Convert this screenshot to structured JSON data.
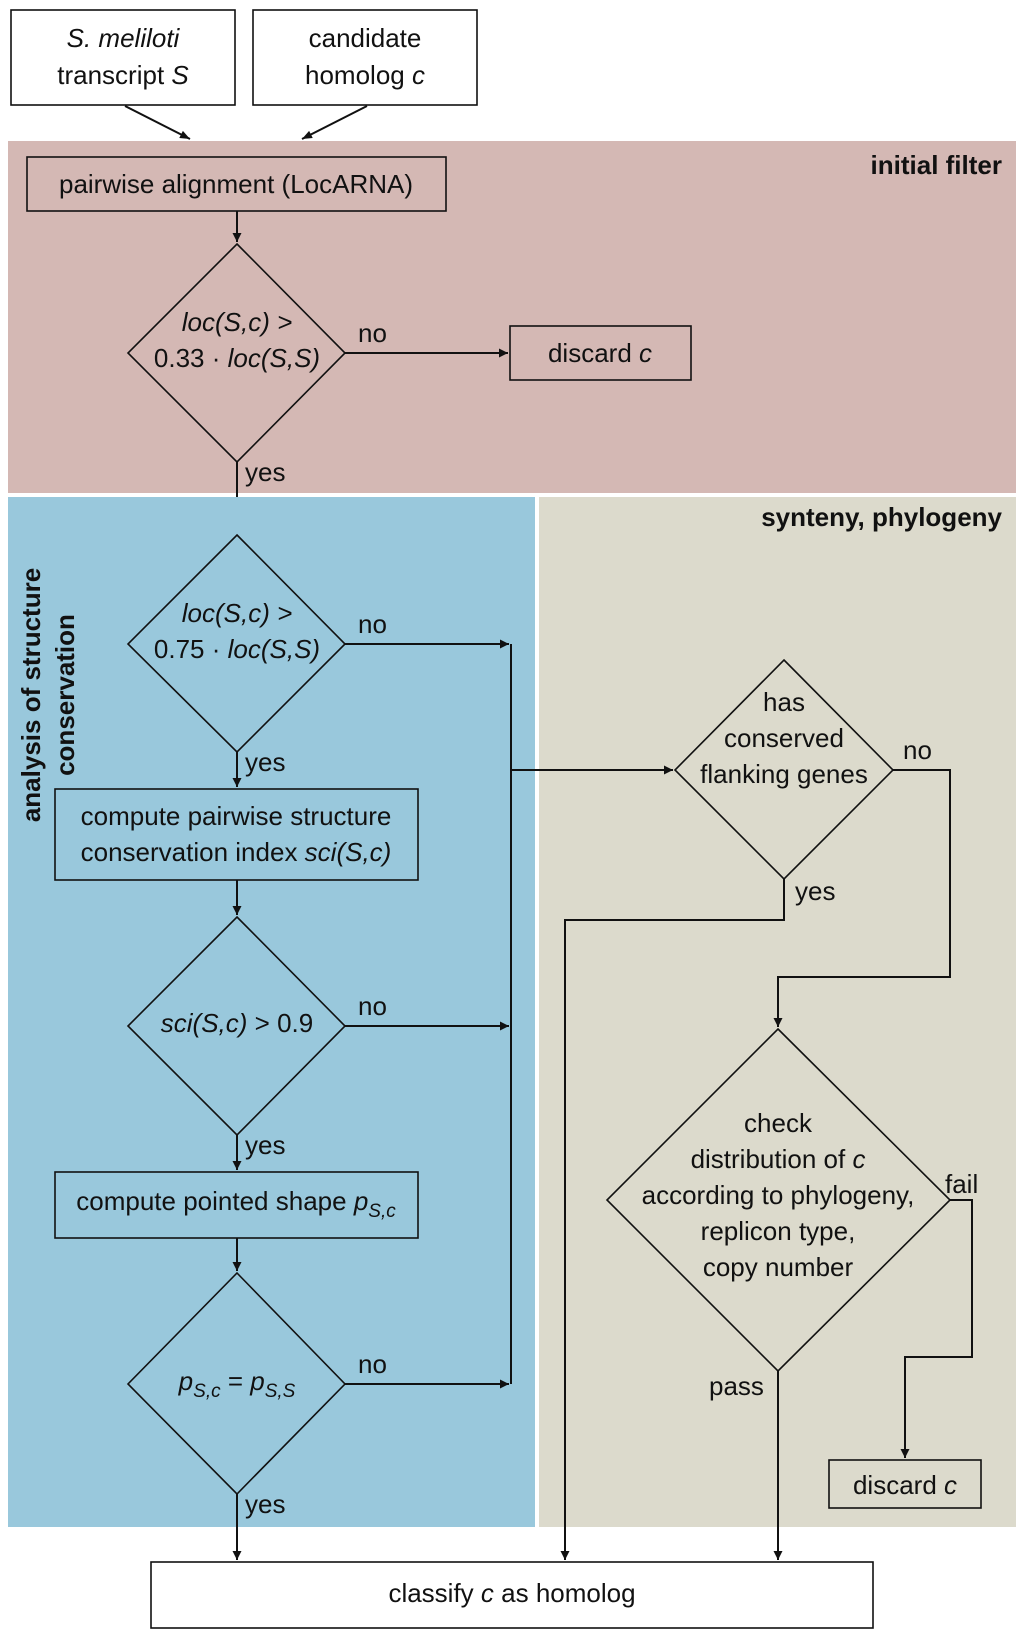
{
  "colors": {
    "initial_filter_bg": "#d4b8b4",
    "structure_bg": "#99c8dc",
    "synteny_bg": "#dcdacc",
    "stroke": "#111111",
    "box_fill": "#ffffff"
  },
  "inputs": {
    "transcript": {
      "line1": "S. meliloti",
      "line2a": "transcript ",
      "line2b": "S"
    },
    "candidate": {
      "line1": "candidate",
      "line2a": "homolog ",
      "line2b": "c"
    }
  },
  "sections": {
    "initial_filter": "initial filter",
    "structure": {
      "line1": "analysis of structure",
      "line2": "conservation"
    },
    "synteny": "synteny, phylogeny"
  },
  "nodes": {
    "pairwise_alignment": "pairwise alignment (LocARNA)",
    "loc1": {
      "l1": "loc(S,c) >",
      "l2a": "0.33 · ",
      "l2b": "loc(S,S)"
    },
    "discard1": {
      "a": "discard ",
      "b": "c"
    },
    "loc2": {
      "l1": "loc(S,c) >",
      "l2a": "0.75 · ",
      "l2b": "loc(S,S)"
    },
    "compute_sci": {
      "l1": "compute pairwise structure",
      "l2a": "conservation index ",
      "l2b": "sci(S,c)"
    },
    "sci_check": {
      "a": "sci(S,c)",
      "b": " > 0.9"
    },
    "compute_shape": {
      "a": "compute pointed shape ",
      "p": "p",
      "sub": "S,c"
    },
    "shape_check": {
      "p1": "p",
      "sub1": "S,c",
      "eq": " = ",
      "p2": "p",
      "sub2": "S,S"
    },
    "flanking": {
      "l1": "has",
      "l2": "conserved",
      "l3": "flanking genes"
    },
    "distribution": {
      "l1": "check",
      "l2a": "distribution of ",
      "l2b": "c",
      "l3": "according to phylogeny,",
      "l4": "replicon type,",
      "l5": "copy number"
    },
    "discard2": {
      "a": "discard ",
      "b": "c"
    },
    "classify": {
      "a": "classify ",
      "b": "c",
      "c": " as homolog"
    }
  },
  "edges": {
    "yes": "yes",
    "no": "no",
    "pass": "pass",
    "fail": "fail"
  }
}
